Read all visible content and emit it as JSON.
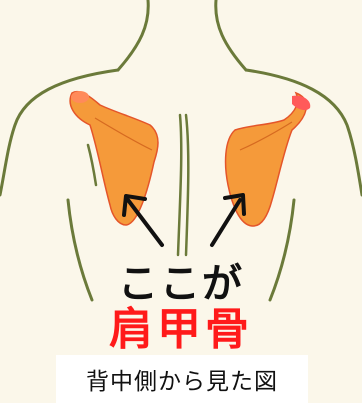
{
  "figure": {
    "pointer_label": "ここが",
    "bone_name": "肩甲骨",
    "caption": "背中側から見た図"
  },
  "colors": {
    "background": "#fbf7ea",
    "body_outline": "#6b7a3a",
    "bone_fill": "#f59a3a",
    "bone_edge": "#e4552a",
    "highlight": "#ff5a5a",
    "bone_name_text": "#ff1a1a",
    "arrow": "#111111"
  },
  "icons": {
    "left_arrow": "arrow-up-left-icon",
    "right_arrow": "arrow-up-right-icon"
  }
}
